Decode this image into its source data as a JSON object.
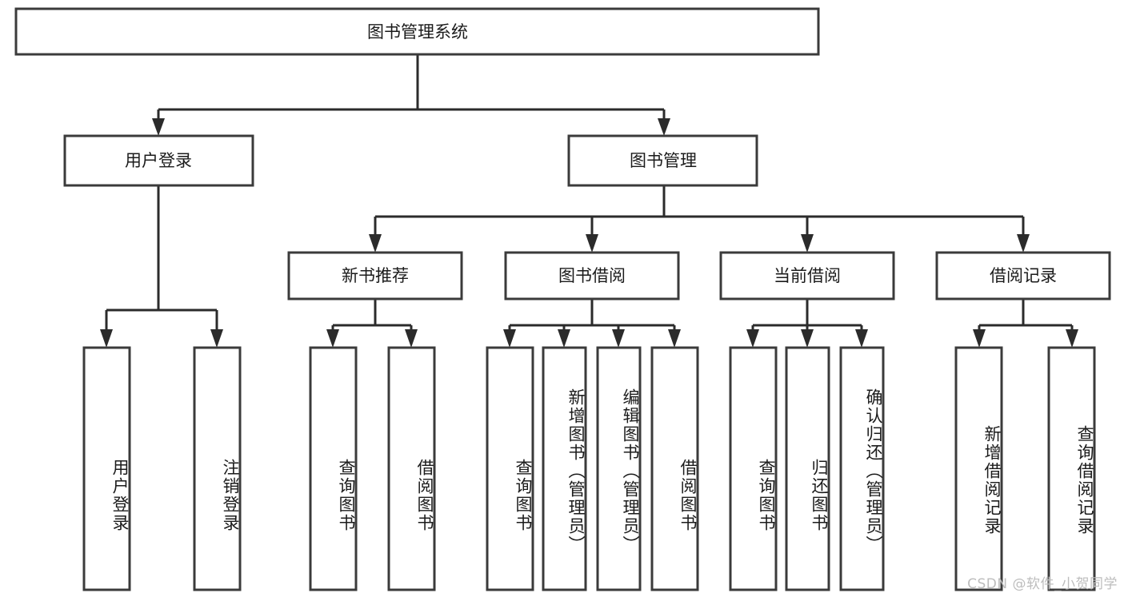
{
  "diagram": {
    "title": "图书管理系统",
    "type": "tree-hierarchy-chart",
    "orientation": "top-down",
    "colors": {
      "box_stroke": "#3b3b3b",
      "box_fill": "#ffffff",
      "connector": "#2b2b2b",
      "text": "#1b1b1b",
      "background": "#ffffff",
      "watermark": "#bdbdbd"
    },
    "root": {
      "label": "图书管理系统"
    },
    "level2": [
      {
        "label": "用户登录"
      },
      {
        "label": "图书管理"
      }
    ],
    "level3": [
      {
        "label": "新书推荐"
      },
      {
        "label": "图书借阅"
      },
      {
        "label": "当前借阅"
      },
      {
        "label": "借阅记录"
      }
    ],
    "leaves": {
      "user_login": [
        {
          "label": "用户登录"
        },
        {
          "label": "注销登录"
        }
      ],
      "new_book_recommend": [
        {
          "label": "查询图书"
        },
        {
          "label": "借阅图书"
        }
      ],
      "book_borrow": [
        {
          "label": "查询图书"
        },
        {
          "label": "新增图书（管理员）"
        },
        {
          "label": "编辑图书（管理员）"
        },
        {
          "label": "借阅图书"
        }
      ],
      "current_borrow": [
        {
          "label": "查询图书"
        },
        {
          "label": "归还图书"
        },
        {
          "label": "确认归还（管理员）"
        }
      ],
      "borrow_record": [
        {
          "label": "新增借阅记录"
        },
        {
          "label": "查询借阅记录"
        }
      ]
    },
    "watermark": "CSDN @软件_小贺同学"
  }
}
